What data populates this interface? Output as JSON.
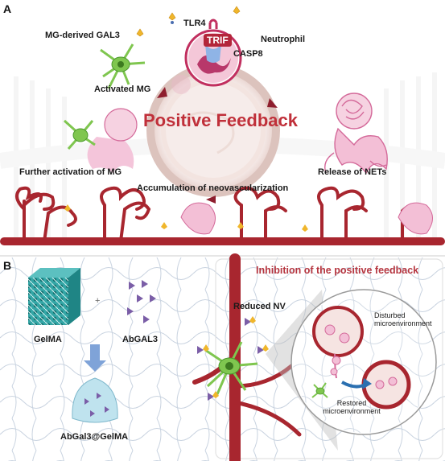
{
  "panel_a": {
    "label": "A",
    "receptor_label": "TLR4",
    "adapter_label": "TRIF",
    "caspase_label": "CASP8",
    "neutrophil_label": "Neutrophil",
    "gal3_label": "MG-derived GAL3",
    "activated_label": "Activated MG",
    "cycle_title": "Positive Feedback",
    "nets_label": "Release of NETs",
    "further_label": "Further activation of MG",
    "nv_label": "Accumulation of neovascularization"
  },
  "panel_b": {
    "label": "B",
    "gelma_label": "GelMA",
    "plus_sign": "+",
    "antibody_label": "AbGAL3",
    "composite_label": "AbGal3@GelMA",
    "inhibition_title": "Inhibition of the positive feedback",
    "reduced_label": "Reduced NV",
    "disturbed_label": "Disturbed microenvironment",
    "restored_label": "Restored microenvironment"
  },
  "colors": {
    "vessel_red": "#a8262f",
    "title_red": "#c0303a",
    "microglia_green": "#7fc64f",
    "neutrophil_pink": "#e58fb4",
    "hydrogel_teal": "#2a9a9a",
    "antibody_purple": "#7b5ea7",
    "gal3_yellow": "#f0b62b"
  }
}
